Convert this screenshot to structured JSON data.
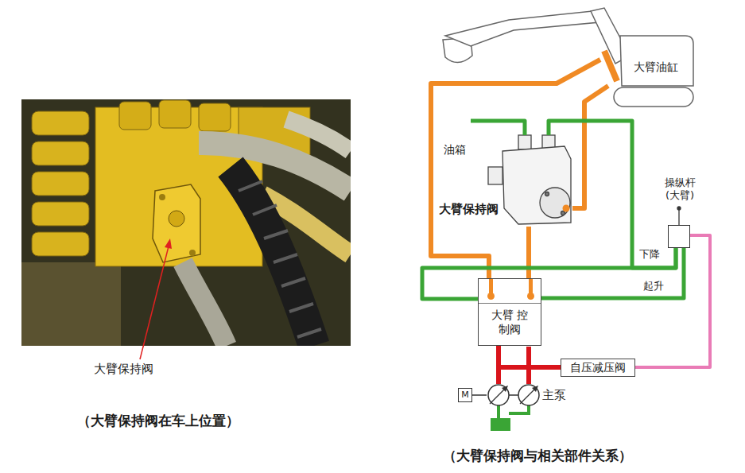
{
  "diagram": {
    "nodes": [
      {
        "text": [
          "大臂油缸"
        ]
      },
      {
        "text": [
          "油箱"
        ]
      },
      {
        "text": [
          "大臂保持阀"
        ]
      },
      {
        "text": [
          "操纵杆 (大臂)"
        ]
      },
      {
        "text": [
          "大臂 控制阀"
        ]
      },
      {
        "text": [
          "自压减压阀"
        ]
      },
      {
        "text": [
          "M"
        ]
      },
      {
        "text": [
          "主泵"
        ]
      }
    ],
    "edges": [
      {
        "from": 0,
        "to": 4,
        "arrow": "none"
      },
      {
        "from": 0,
        "to": 2,
        "arrow": "none"
      },
      {
        "from": 2,
        "to": 4,
        "arrow": "none"
      },
      {
        "from": 1,
        "to": 2,
        "arrow": "none"
      },
      {
        "from": 3,
        "to": 2,
        "arrow": "none"
      },
      {
        "from": 3,
        "to": 4,
        "label": "下降",
        "arrow": "none"
      },
      {
        "from": 3,
        "to": 4,
        "label": "起升",
        "arrow": "none"
      },
      {
        "from": 3,
        "to": 5,
        "arrow": "none"
      },
      {
        "from": 7,
        "to": 4,
        "arrow": "none"
      },
      {
        "from": 7,
        "to": 5,
        "arrow": "none"
      },
      {
        "from": 6,
        "to": 7,
        "arrow": "none"
      }
    ],
    "labels": [
      "大臂保持阀",
      "（大臂保持阀在车上位置）",
      "（大臂保持阀与相关部件关系）"
    ]
  }
}
